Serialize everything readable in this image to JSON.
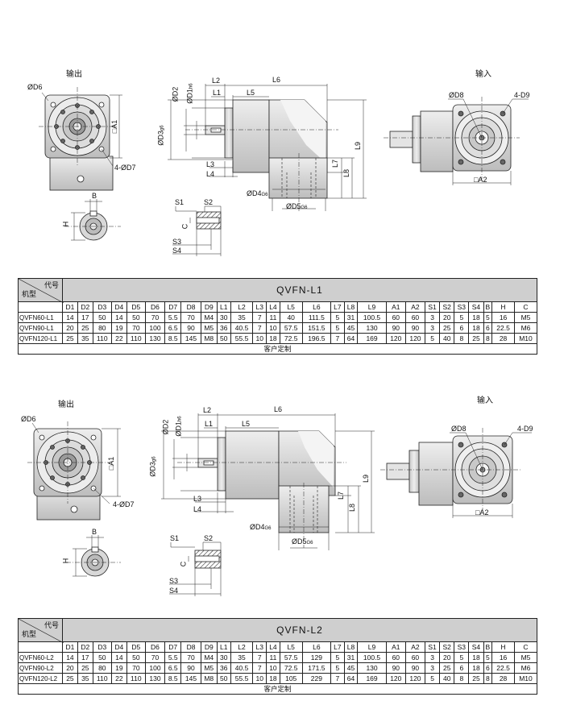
{
  "sections": [
    {
      "output_label": "输出",
      "input_label": "输入",
      "labels": {
        "D6": "ØD6",
        "A1": "□A1",
        "D7": "4-ØD7",
        "B": "B",
        "H": "H",
        "D2": "ØD2",
        "D1": "ØD1",
        "D1_sub": "h6",
        "D3": "ØD3",
        "D3_sub": "g6",
        "L1": "L1",
        "L2": "L2",
        "L5": "L5",
        "L6": "L6",
        "L3": "L3",
        "L4": "L4",
        "L7": "L7",
        "L8": "L8",
        "L9": "L9",
        "D4": "ØD4",
        "D4_sub": "G6",
        "D5": "ØD5",
        "D5_sub": "G6",
        "D8": "ØD8",
        "D9": "4-D9",
        "A2": "□A2",
        "S1": "S1",
        "S2": "S2",
        "S3": "S3",
        "S4": "S4",
        "C": "C"
      },
      "table": {
        "corner_code": "代号",
        "corner_model": "机型",
        "series": "QVFN-L1",
        "columns": [
          "D1",
          "D2",
          "D3",
          "D4",
          "D5",
          "D6",
          "D7",
          "D8",
          "D9",
          "L1",
          "L2",
          "L3",
          "L4",
          "L5",
          "L6",
          "L7",
          "L8",
          "L9",
          "A1",
          "A2",
          "S1",
          "S2",
          "S3",
          "S4",
          "B",
          "H",
          "C"
        ],
        "rows": [
          {
            "model": "QVFN60-L1",
            "values": [
              "14",
              "17",
              "50",
              "14",
              "50",
              "70",
              "5.5",
              "70",
              "M4",
              "30",
              "35",
              "7",
              "11",
              "40",
              "111.5",
              "5",
              "31",
              "100.5",
              "60",
              "60",
              "3",
              "20",
              "5",
              "18",
              "5",
              "16",
              "M5"
            ]
          },
          {
            "model": "QVFN90-L1",
            "values": [
              "20",
              "25",
              "80",
              "19",
              "70",
              "100",
              "6.5",
              "90",
              "M5",
              "36",
              "40.5",
              "7",
              "10",
              "57.5",
              "151.5",
              "5",
              "45",
              "130",
              "90",
              "90",
              "3",
              "25",
              "6",
              "18",
              "6",
              "22.5",
              "M6"
            ]
          },
          {
            "model": "QVFN120-L1",
            "values": [
              "25",
              "35",
              "110",
              "22",
              "110",
              "130",
              "8.5",
              "145",
              "M8",
              "50",
              "55.5",
              "10",
              "18",
              "72.5",
              "196.5",
              "7",
              "64",
              "169",
              "120",
              "120",
              "5",
              "40",
              "8",
              "25",
              "8",
              "28",
              "M10"
            ]
          }
        ],
        "footer": "客户定制"
      }
    },
    {
      "output_label": "输出",
      "input_label": "输入",
      "labels": {
        "D6": "ØD6",
        "A1": "□A1",
        "D7": "4-ØD7",
        "B": "B",
        "H": "H",
        "D2": "ØD2",
        "D1": "ØD1",
        "D1_sub": "h6",
        "D3": "ØD3",
        "D3_sub": "g6",
        "L1": "L1",
        "L2": "L2",
        "L5": "L5",
        "L6": "L6",
        "L3": "L3",
        "L4": "L4",
        "L7": "L7",
        "L8": "L8",
        "L9": "L9",
        "D4": "ØD4",
        "D4_sub": "G6",
        "D5": "ØD5",
        "D5_sub": "G6",
        "D8": "ØD8",
        "D9": "4-D9",
        "A2": "□A2",
        "S1": "S1",
        "S2": "S2",
        "S3": "S3",
        "S4": "S4",
        "C": "C"
      },
      "table": {
        "corner_code": "代号",
        "corner_model": "机型",
        "series": "QVFN-L2",
        "columns": [
          "D1",
          "D2",
          "D3",
          "D4",
          "D5",
          "D6",
          "D7",
          "D8",
          "D9",
          "L1",
          "L2",
          "L3",
          "L4",
          "L5",
          "L6",
          "L7",
          "L8",
          "L9",
          "A1",
          "A2",
          "S1",
          "S2",
          "S3",
          "S4",
          "B",
          "H",
          "C"
        ],
        "rows": [
          {
            "model": "QVFN60-L2",
            "values": [
              "14",
              "17",
              "50",
              "14",
              "50",
              "70",
              "5.5",
              "70",
              "M4",
              "30",
              "35",
              "7",
              "11",
              "57.5",
              "129",
              "5",
              "31",
              "100.5",
              "60",
              "60",
              "3",
              "20",
              "5",
              "18",
              "5",
              "16",
              "M5"
            ]
          },
          {
            "model": "QVFN90-L2",
            "values": [
              "20",
              "25",
              "80",
              "19",
              "70",
              "100",
              "6.5",
              "90",
              "M5",
              "36",
              "40.5",
              "7",
              "10",
              "72.5",
              "171.5",
              "5",
              "45",
              "130",
              "90",
              "90",
              "3",
              "25",
              "6",
              "18",
              "6",
              "22.5",
              "M6"
            ]
          },
          {
            "model": "QVFN120-L2",
            "values": [
              "25",
              "35",
              "110",
              "22",
              "110",
              "130",
              "8.5",
              "145",
              "M8",
              "50",
              "55.5",
              "10",
              "18",
              "105",
              "229",
              "7",
              "64",
              "169",
              "120",
              "120",
              "5",
              "40",
              "8",
              "25",
              "8",
              "28",
              "M10"
            ]
          }
        ],
        "footer": "客户定制"
      }
    }
  ]
}
